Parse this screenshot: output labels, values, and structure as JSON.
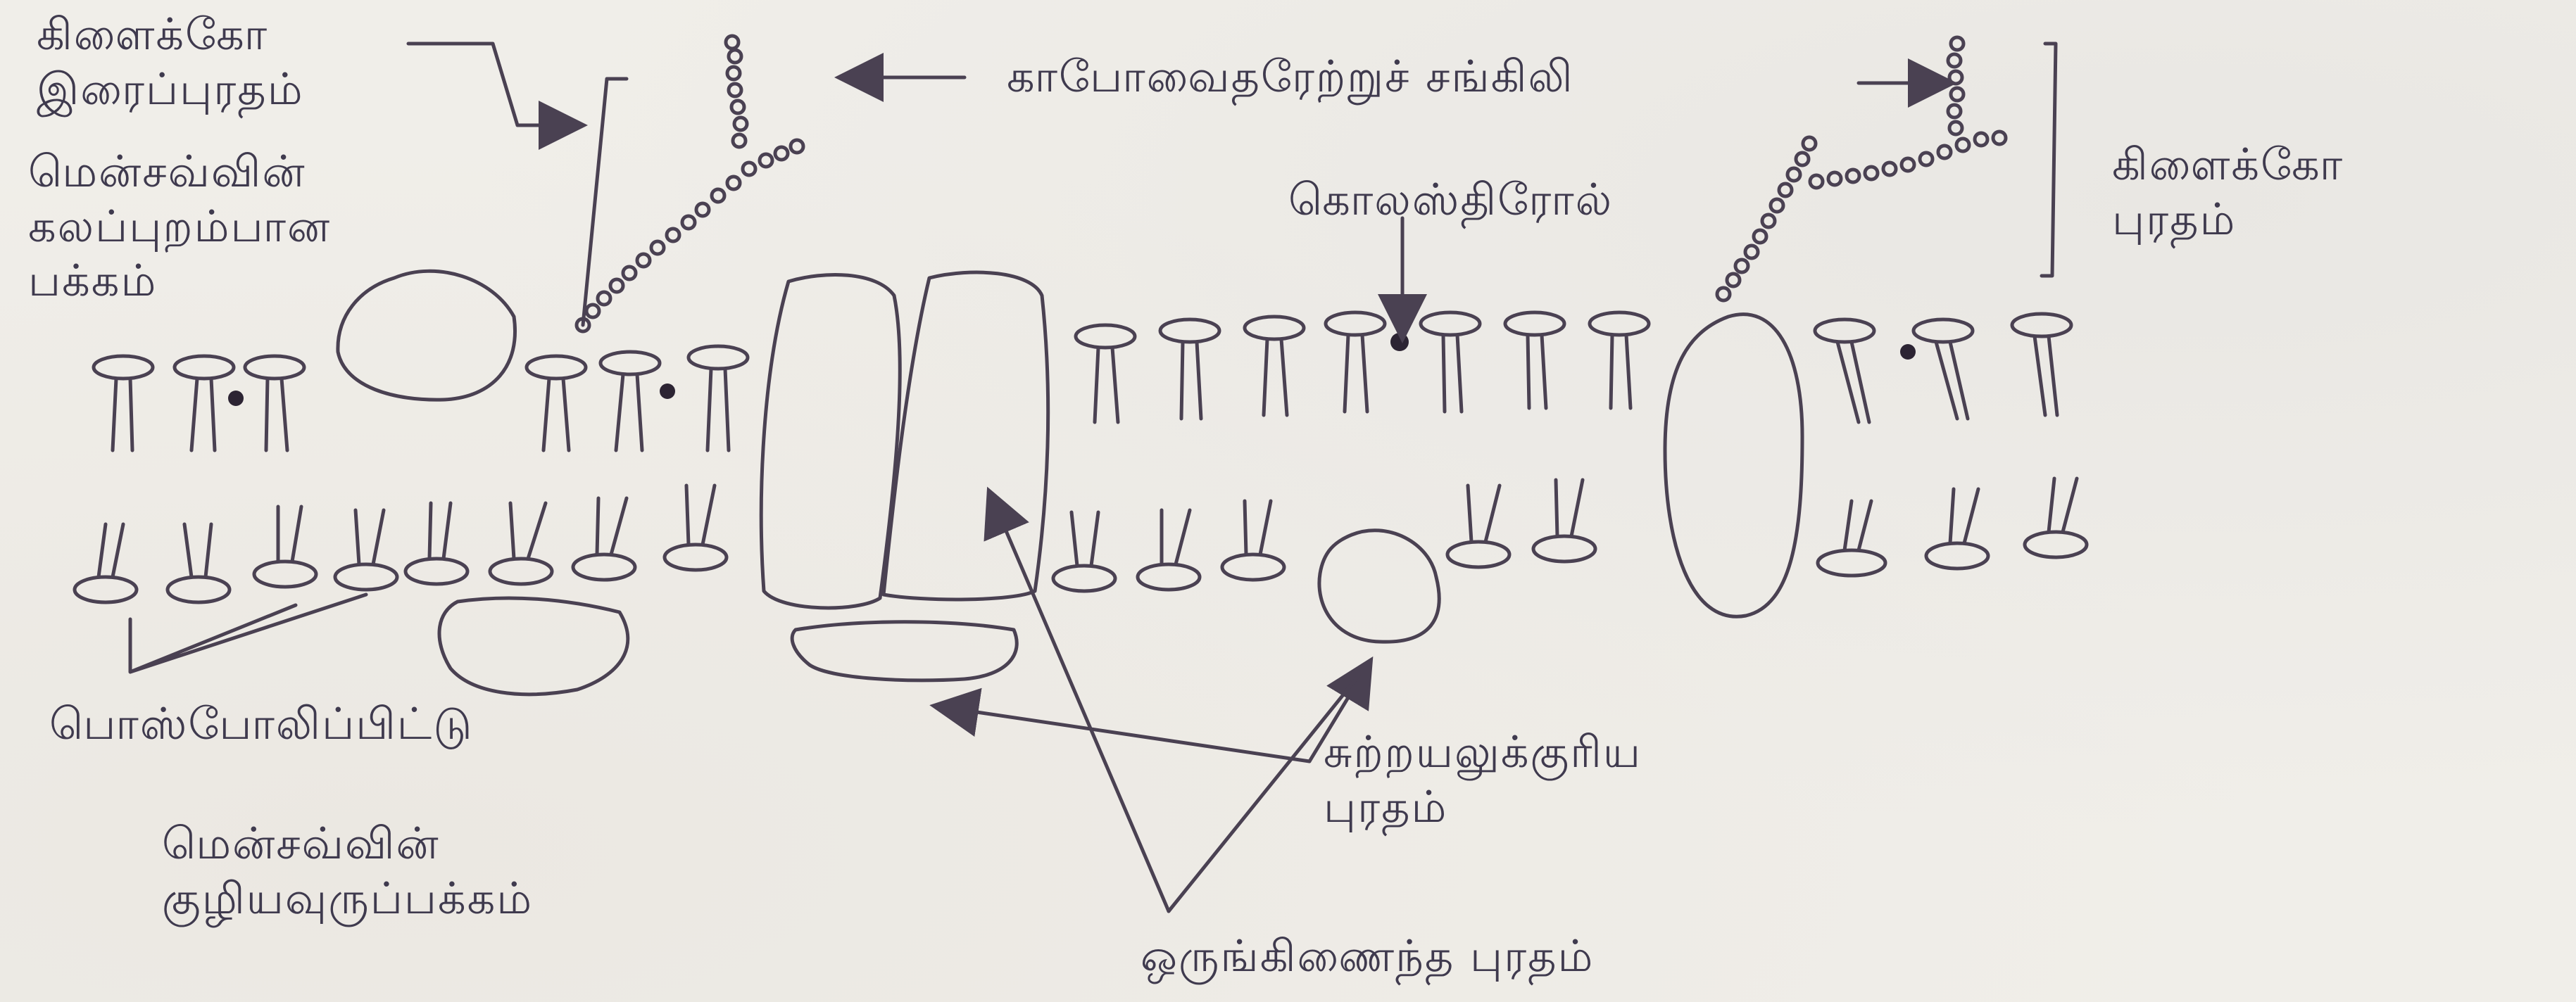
{
  "labels": {
    "glycoprotein_top": "கிளைக்கோ\nஇரைப்புரதம்",
    "outer_membrane_side": "மென்சவ்வின்\nகலப்புறம்பான\nபக்கம்",
    "carbohydrate_chain": "காபோவைதரேற்றுச் சங்கிலி",
    "glycoprotein_right": "கிளைக்கோ\nபுரதம்",
    "cholesterol": "கொலஸ்திரோல்",
    "phospholipid": "பொஸ்போலிப்பிட்டு",
    "peripheral_protein": "சுற்றயலுக்குரிய\nபுரதம்",
    "inner_membrane_side": "மென்சவ்வின்\nகுழியவுருப்பக்கம்",
    "integral_protein": "ஒருங்கிணைந்த புரதம்"
  },
  "colors": {
    "ink": "#4a4152",
    "paper": "#f0eee9"
  }
}
